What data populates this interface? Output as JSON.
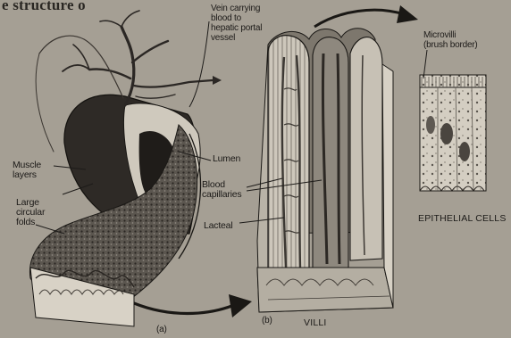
{
  "heading": "e structure o",
  "labels": {
    "vein": [
      "Vein carrying",
      "blood to",
      "hepatic portal",
      "vessel"
    ],
    "microvilli": [
      "Microvilli",
      "(brush border)"
    ],
    "muscle": [
      "Muscle",
      "layers"
    ],
    "lumen": "Lumen",
    "large_folds": [
      "Large",
      "circular",
      "folds"
    ],
    "blood_capillaries": [
      "Blood",
      "capillaries"
    ],
    "lacteal": "Lacteal",
    "epithelial": "EPITHELIAL CELLS",
    "fig_a": "(a)",
    "fig_b": "(b)",
    "villi": "VILLI"
  },
  "colors": {
    "background": "#a59f94",
    "ink": "#1d1b19",
    "paper": "#d8d2c6"
  }
}
